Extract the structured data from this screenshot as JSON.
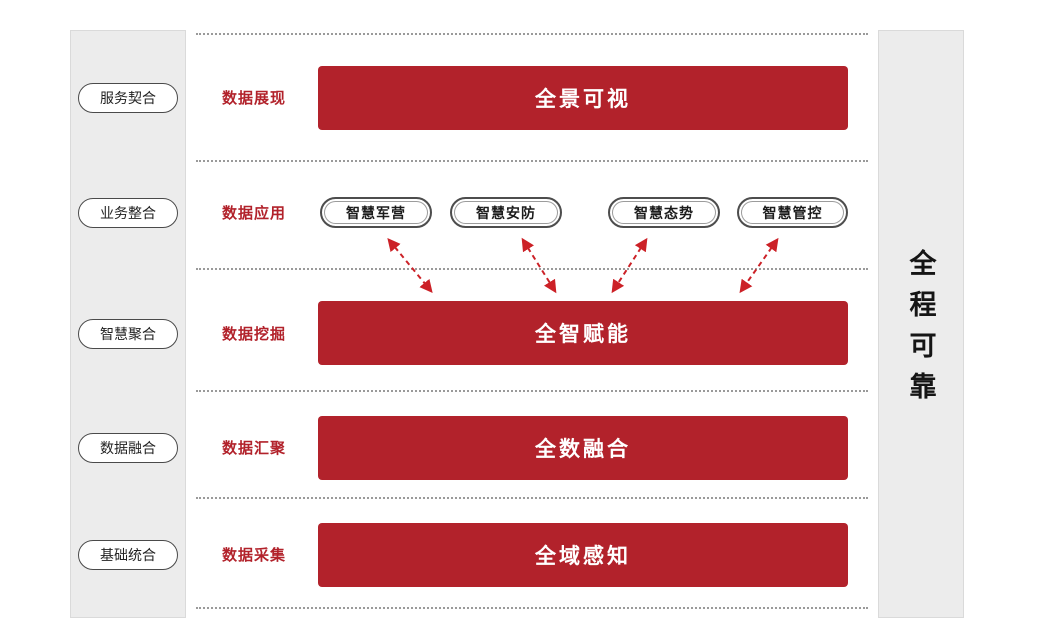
{
  "colors": {
    "accent_red": "#b2222b",
    "arrow_red": "#cc2127",
    "rail_bg": "#ececec"
  },
  "left_sidebar": {
    "items": [
      {
        "label": "服务契合"
      },
      {
        "label": "业务整合"
      },
      {
        "label": "智慧聚合"
      },
      {
        "label": "数据融合"
      },
      {
        "label": "基础统合"
      }
    ]
  },
  "right_sidebar": {
    "label": "全程可靠"
  },
  "rows": [
    {
      "stage": "数据展现",
      "bar": "全景可视"
    },
    {
      "stage": "数据应用",
      "pills": [
        "智慧军营",
        "智慧安防",
        "智慧态势",
        "智慧管控"
      ]
    },
    {
      "stage": "数据挖掘",
      "bar": "全智赋能"
    },
    {
      "stage": "数据汇聚",
      "bar": "全数融合"
    },
    {
      "stage": "数据采集",
      "bar": "全域感知"
    }
  ],
  "connections": [
    {
      "from": "智慧军营",
      "to": "全智赋能"
    },
    {
      "from": "智慧安防",
      "to": "全智赋能"
    },
    {
      "from": "智慧态势",
      "to": "全智赋能"
    },
    {
      "from": "智慧管控",
      "to": "全智赋能"
    }
  ]
}
